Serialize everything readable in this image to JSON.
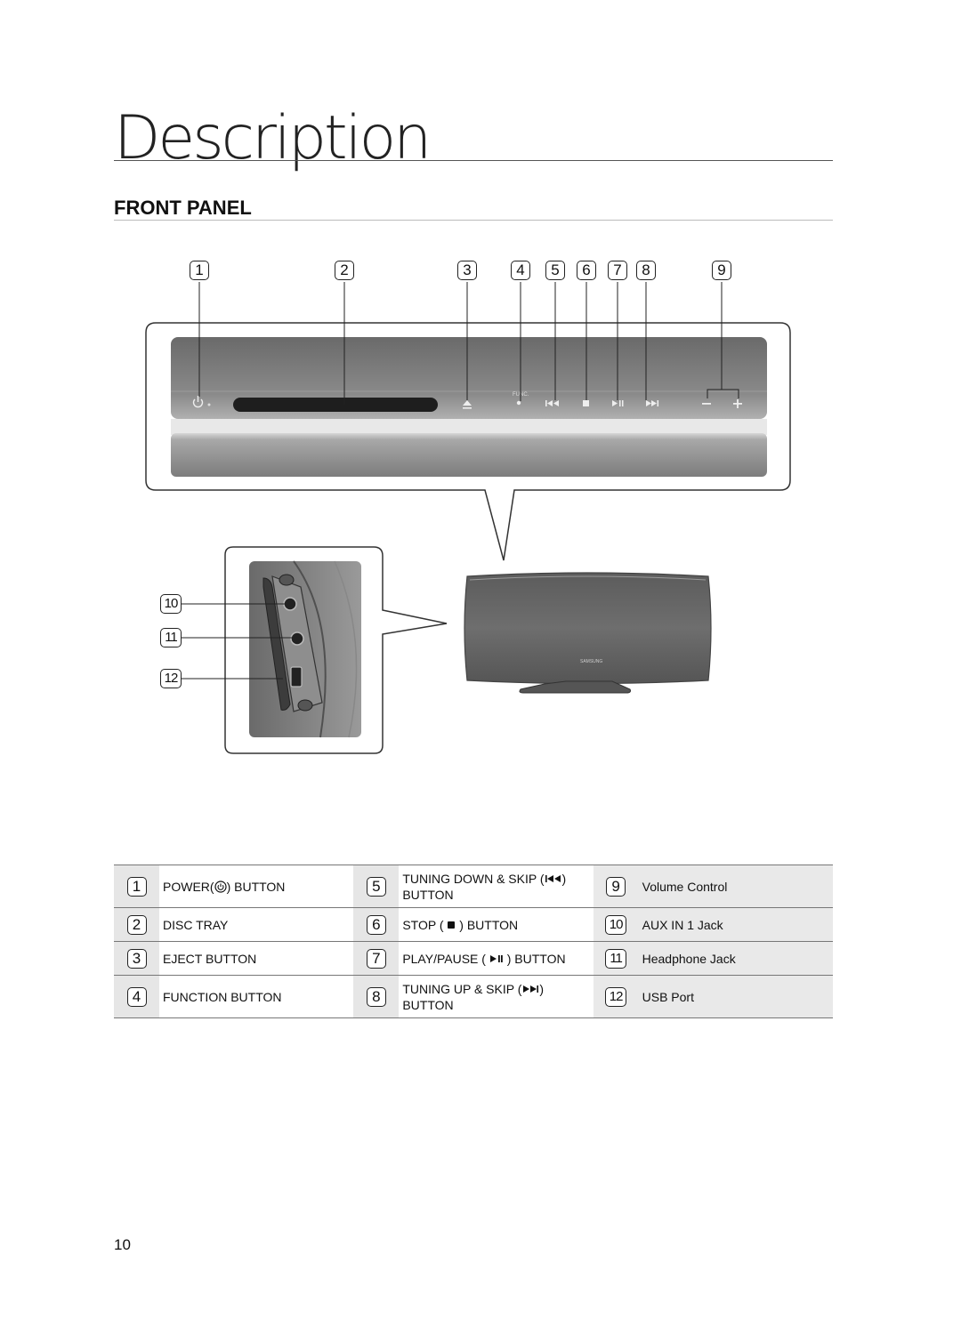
{
  "heading": "Description",
  "section_title": "FRONT PANEL",
  "callouts_top": [
    "1",
    "2",
    "3",
    "4",
    "5",
    "6",
    "7",
    "8",
    "9"
  ],
  "callouts_side": [
    "10",
    "11",
    "12"
  ],
  "panel_labels": {
    "func": "FUNC.",
    "brand": "SAMSUNG"
  },
  "icons": {
    "power": "power-icon",
    "eject": "eject-icon",
    "skip_back": "skip-back-icon",
    "stop": "stop-icon",
    "play_pause": "play-pause-icon",
    "skip_forward": "skip-forward-icon",
    "vol_down": "minus-icon",
    "vol_up": "plus-icon"
  },
  "table": {
    "rows": [
      {
        "cells": [
          {
            "num": "1",
            "text": "POWER(",
            "text_after": ") BUTTON",
            "icon": "power-icon"
          },
          {
            "num": "5",
            "text": "TUNING DOWN & SKIP (",
            "text_after": ")",
            "line2": "BUTTON",
            "icon": "skip-back-icon"
          },
          {
            "num": "9",
            "text": "Volume Control"
          }
        ]
      },
      {
        "cells": [
          {
            "num": "2",
            "text": "DISC TRAY"
          },
          {
            "num": "6",
            "text": "STOP (",
            "text_after": ") BUTTON",
            "icon": "stop-icon"
          },
          {
            "num": "10",
            "text": "AUX IN 1 Jack"
          }
        ]
      },
      {
        "cells": [
          {
            "num": "3",
            "text": "EJECT BUTTON"
          },
          {
            "num": "7",
            "text": "PLAY/PAUSE (",
            "text_after": ") BUTTON",
            "icon": "play-pause-icon"
          },
          {
            "num": "11",
            "text": "Headphone Jack"
          }
        ]
      },
      {
        "cells": [
          {
            "num": "4",
            "text": "FUNCTION BUTTON"
          },
          {
            "num": "8",
            "text": "TUNING UP & SKIP (",
            "text_after": ")",
            "line2": "BUTTON",
            "icon": "skip-forward-icon"
          },
          {
            "num": "12",
            "text": "USB Port"
          }
        ]
      }
    ]
  },
  "page_number": "10"
}
